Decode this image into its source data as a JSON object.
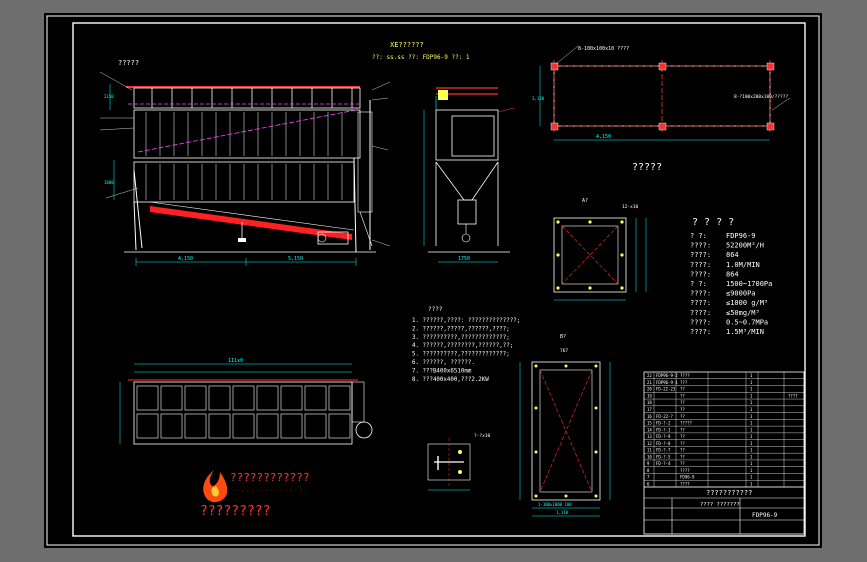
{
  "drawing": {
    "title": "XE??????",
    "subtitle": "??: ss.ss  ??: FDP96-9  ??: 1",
    "labels": {
      "top_left": "?????",
      "plan_title": "?????",
      "flange_a": "A?",
      "flange_b": "B?"
    },
    "dims": {
      "main_len_a": "4,150",
      "main_len_b": "5,150",
      "side_h1": "2150",
      "side_h2": "1800",
      "side_w": "1750",
      "plan_w": "4,150",
      "plan_h": "3,150",
      "top_note": "8-100x100x10 ????",
      "side_note": "8-?100x200x100/?????",
      "bottom_len": "111x0",
      "flange_top": "12-x10",
      "flange_b_top": "767",
      "flange_b_side": "1,110",
      "flange_b_bottom": "1,110",
      "flange_b_note": "1-100x1000 100",
      "small_note": "?-?x10"
    },
    "specs": {
      "heading": "? ? ? ?",
      "rows": [
        {
          "k": "?  ?:",
          "v": "FDP96-9"
        },
        {
          "k": "????:",
          "v": "52200M³/H"
        },
        {
          "k": "????:",
          "v": "864"
        },
        {
          "k": "????:",
          "v": "1.0M/MIN"
        },
        {
          "k": "????:",
          "v": "864"
        },
        {
          "k": "?  ?:",
          "v": "1500~1700Pa"
        },
        {
          "k": "????:",
          "v": "≤9000Pa"
        },
        {
          "k": "????:",
          "v": "≤1000 g/M³"
        },
        {
          "k": "????:",
          "v": "≤50mg/M³"
        },
        {
          "k": "????:",
          "v": "0.5~0.7MPa"
        },
        {
          "k": "????:",
          "v": "1.5M³/MIN"
        }
      ]
    },
    "notes": {
      "heading": "????",
      "items": [
        "1. ??????,????: ??????????????;",
        "2. ??????,?????,??????,????;",
        "3. ??????????,?????????????;",
        "4. ??????,????????,??????,??;",
        "5. ??????????,?????????????;",
        "6. ??????, ??????.",
        "7. ???B400x6510mm",
        "8. ???400x400,???2.2KW"
      ]
    },
    "company": {
      "name": "????????????",
      "sub": "· · · · · · · · · · · · · · · ·",
      "watermark": "?????????"
    },
    "title_block": {
      "project": "???? ???????",
      "drawing_no": "FDP96-9",
      "name_label": "???????????",
      "bom_rows": [
        {
          "no": "22",
          "code": "FDP96-9-2",
          "name": "????",
          "qty": "1"
        },
        {
          "no": "21",
          "code": "FDP96-9-1",
          "name": "???",
          "qty": "1"
        },
        {
          "no": "20",
          "code": "FD-22-23",
          "name": "??",
          "qty": "1"
        },
        {
          "no": "19",
          "code": "",
          "name": "??",
          "qty": "1",
          "mat": "????"
        },
        {
          "no": "18",
          "code": "",
          "name": "??",
          "qty": "1"
        },
        {
          "no": "17",
          "code": "",
          "name": "??",
          "qty": "1"
        },
        {
          "no": "16",
          "code": "FD-22-?",
          "name": "??",
          "qty": "1"
        },
        {
          "no": "15",
          "code": "FD-?-2",
          "name": "?????",
          "qty": "1"
        },
        {
          "no": "14",
          "code": "FD-?-1",
          "name": "??",
          "qty": "1"
        },
        {
          "no": "13",
          "code": "FD-?-9",
          "name": "??",
          "qty": "1"
        },
        {
          "no": "12",
          "code": "FD-?-8",
          "name": "??",
          "qty": "1"
        },
        {
          "no": "11",
          "code": "FD-?-7",
          "name": "??",
          "qty": "1"
        },
        {
          "no": "10",
          "code": "FD-?-5",
          "name": "??",
          "qty": "1"
        },
        {
          "no": "9",
          "code": "FD-?-4",
          "name": "??",
          "qty": "1"
        },
        {
          "no": "8",
          "code": "",
          "name": "????",
          "qty": "1"
        },
        {
          "no": "7",
          "code": "",
          "name": "FD96-9",
          "qty": "1"
        },
        {
          "no": "6",
          "code": "",
          "name": "????",
          "qty": "1"
        }
      ]
    }
  }
}
